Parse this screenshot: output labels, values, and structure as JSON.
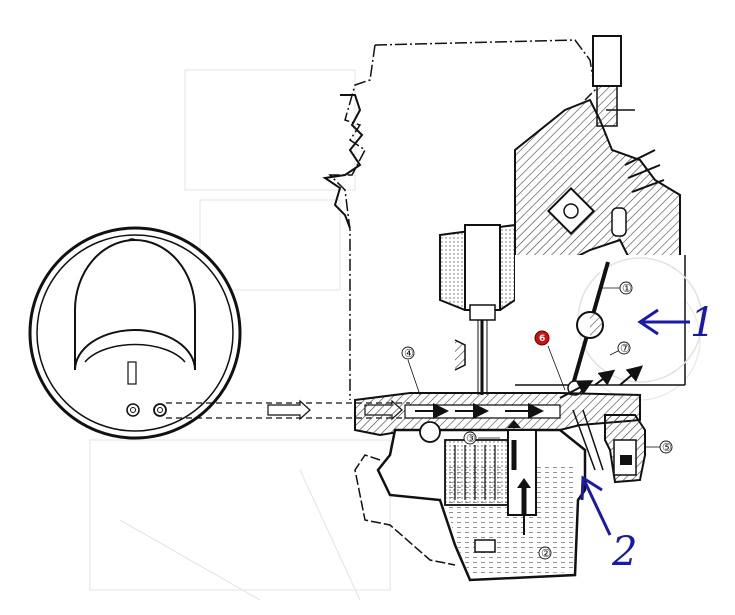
{
  "callouts": [
    "①",
    "②",
    "③",
    "④",
    "⑤",
    "⑦"
  ],
  "highlight_badge": {
    "label": "6",
    "color": "#cc1111"
  },
  "big_labels": [
    "1",
    "2"
  ],
  "colors": {
    "line": "#111111",
    "hatch": "#555555",
    "arrow_blue": "#1a1aa8",
    "fuel": "#bdbdbd"
  }
}
